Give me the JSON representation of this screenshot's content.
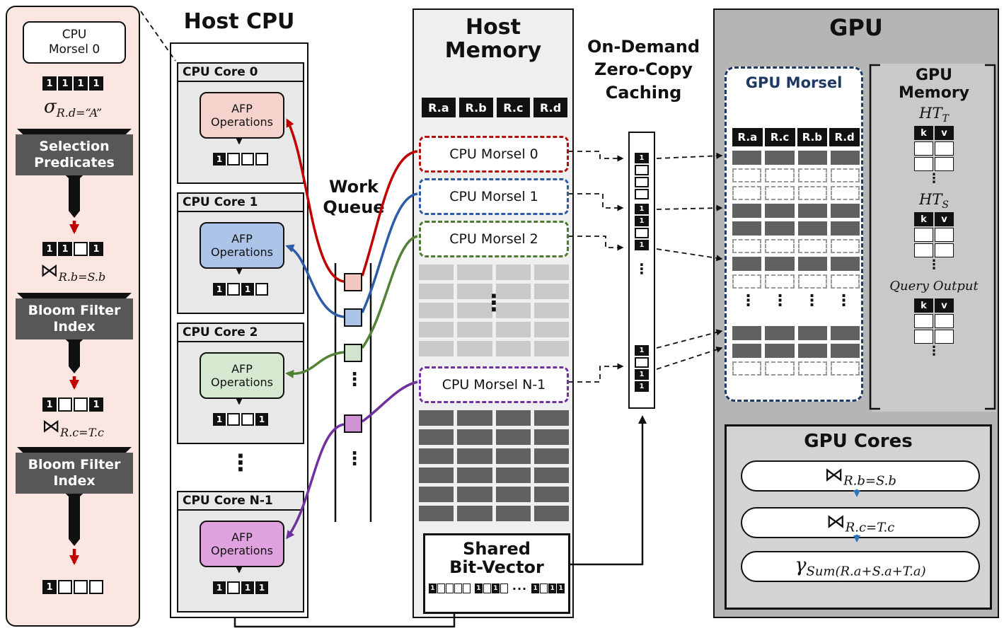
{
  "zoom_panel": {
    "morsel_line1": "CPU",
    "morsel_line2": "Morsel 0",
    "bitvec_initial": "1111",
    "sigma_op": "σ",
    "sigma_sub": "R.d=“A”",
    "funnel1_line1": "Selection",
    "funnel1_line2": "Predicates",
    "bitvec_after_selection": "11-1",
    "join1_op": "⋈",
    "join1_sub": "R.b=S.b",
    "funnel2_line1": "Bloom Filter",
    "funnel2_line2": "Index",
    "bitvec_after_join1": "1--1",
    "join2_op": "⋈",
    "join2_sub": "R.c=T.c",
    "funnel3_line1": "Bloom Filter",
    "funnel3_line2": "Index",
    "bitvec_final": "1---"
  },
  "host_cpu": {
    "title": "Host CPU",
    "dots": "⋮",
    "cores": [
      {
        "label": "CPU Core 0",
        "afp_line1": "AFP",
        "afp_line2": "Operations",
        "bitvec": "1---",
        "color": "#f5d3cc"
      },
      {
        "label": "CPU Core 1",
        "afp_line1": "AFP",
        "afp_line2": "Operations",
        "bitvec": "1-1-",
        "color": "#abc4e8"
      },
      {
        "label": "CPU Core 2",
        "afp_line1": "AFP",
        "afp_line2": "Operations",
        "bitvec": "1--1",
        "color": "#d5e9d0"
      },
      {
        "label": "CPU Core N-1",
        "afp_line1": "AFP",
        "afp_line2": "Operations",
        "bitvec": "1-11",
        "color": "#dfa2df"
      }
    ]
  },
  "work_queue": {
    "title_line1": "Work",
    "title_line2": "Queue",
    "dots": "⋮",
    "squares": [
      {
        "color": "#f3c7bf"
      },
      {
        "color": "#abc4e8"
      },
      {
        "color": "#d0e5cb"
      },
      {
        "color": "#cf92d4"
      }
    ]
  },
  "host_memory": {
    "title_line1": "Host",
    "title_line2": "Memory",
    "columns": [
      "R.a",
      "R.b",
      "R.c",
      "R.d"
    ],
    "morsels": [
      {
        "label": "CPU Morsel 0",
        "color": "#b40f0f"
      },
      {
        "label": "CPU Morsel 1",
        "color": "#2e5ba8"
      },
      {
        "label": "CPU Morsel 2",
        "color": "#4e7a34"
      },
      {
        "label": "CPU Morsel N-1",
        "color": "#7030a0"
      }
    ],
    "gray_rows": {
      "pattern": "GGGGG",
      "cols": 4
    },
    "dark_rows": {
      "pattern": "DDDDDD",
      "cols": 4
    },
    "dots": "⋮",
    "shared_bitvector": {
      "title_line1": "Shared",
      "title_line2": "Bit-Vector",
      "group1": "1----",
      "group2": "1-1-",
      "dots": "···",
      "group3": "1-11"
    }
  },
  "caching": {
    "label_line1": "On-Demand",
    "label_line2": "Zero-Copy",
    "label_line3": "Caching",
    "cells_seg1": "1---",
    "cells_seg2": "11-1",
    "dots": "⋮",
    "cells_seg3": "1-11"
  },
  "gpu": {
    "title": "GPU",
    "morsel": {
      "title": "GPU Morsel",
      "border_color": "#1f3864",
      "columns": [
        "R.a",
        "R.c",
        "R.b",
        "R.d"
      ],
      "rows_top": {
        "pattern": "D--DD-D-",
        "cols": 4
      },
      "dots": "⋮",
      "rows_bottom": {
        "pattern": "DD-",
        "cols": 4
      }
    },
    "memory": {
      "title_line1": "GPU",
      "title_line2": "Memory",
      "ht_t_label": "HT",
      "ht_t_sub": "T",
      "ht_s_label": "HT",
      "ht_s_sub": "S",
      "query_output_label": "Query Output",
      "kv_k": "k",
      "kv_v": "v",
      "dots": "⋮"
    },
    "cores": {
      "title": "GPU Cores",
      "op1_op": "⋈",
      "op1_sub": "R.b=S.b",
      "op2_op": "⋈",
      "op2_sub": "R.c=T.c",
      "op3_op": "γ",
      "op3_sub": "Sum(R.a+S.a+T.a)"
    }
  }
}
